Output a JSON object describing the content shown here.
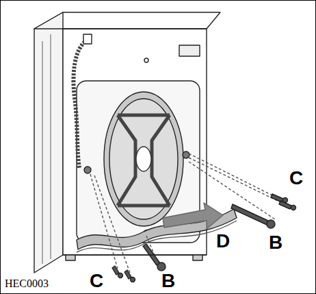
{
  "diagram": {
    "labels": [
      "C",
      "D",
      "B",
      "C",
      "B",
      "HEC0003"
    ]
  }
}
